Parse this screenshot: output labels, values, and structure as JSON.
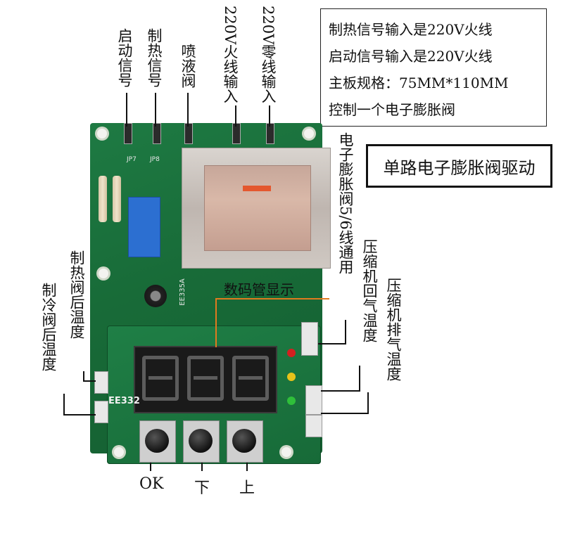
{
  "info_box": {
    "lines": [
      "制热信号输入是220V火线",
      "启动信号输入是220V火线",
      "主板规格：75MM*110MM",
      "控制一个电子膨胀阀"
    ]
  },
  "title": "单路电子膨胀阀驱动",
  "top_labels": {
    "start_signal": "启动信号",
    "heat_signal": "制热信号",
    "spray_valve": "喷液阀",
    "live_input": "220V火线输入",
    "neutral_input": "220V零线输入"
  },
  "side_labels": {
    "eev": "电子膨胀阀5/6线通用",
    "comp_return": "压缩机回气温度",
    "comp_discharge": "压缩机排气温度",
    "heat_valve_temp": "制热阀后温度",
    "cool_valve_temp": "制冷阀后温度",
    "display": "数码管显示"
  },
  "board_text": {
    "jp7": "JP7",
    "jp8": "JP8",
    "model_top": "EE335A",
    "model_display": "EE332"
  },
  "buttons": {
    "ok": "OK",
    "down": "下",
    "up": "上"
  },
  "colors": {
    "pcb": "#186b38",
    "led_red": "#d42020",
    "led_yellow": "#e8c21a",
    "led_green": "#2fbf3a",
    "leader_orange": "#e07a1f"
  }
}
